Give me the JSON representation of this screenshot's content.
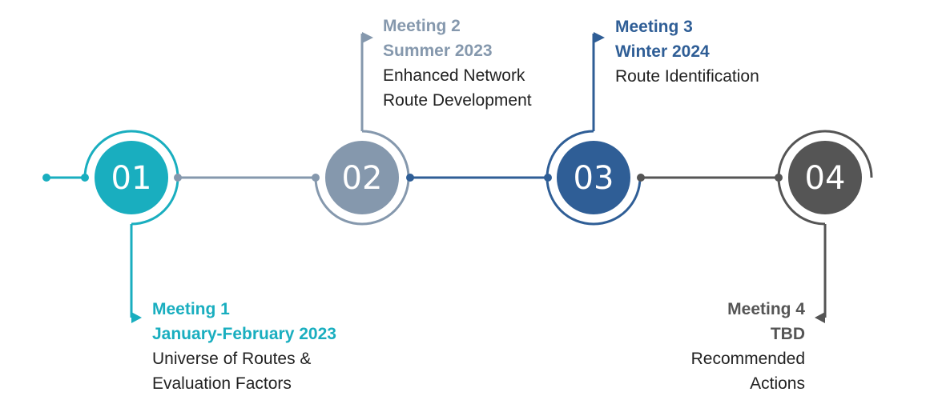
{
  "colors": {
    "step1": "#19aebf",
    "step2": "#8598ad",
    "step3": "#2f5e96",
    "step4": "#555555"
  },
  "steps": [
    {
      "number": "01",
      "title": "Meeting 1",
      "date": "January-February 2023",
      "description": [
        "Universe of Routes &",
        "Evaluation Factors"
      ]
    },
    {
      "number": "02",
      "title": "Meeting 2",
      "date": "Summer 2023",
      "description": [
        "Enhanced Network",
        "Route Development"
      ]
    },
    {
      "number": "03",
      "title": "Meeting 3",
      "date": "Winter 2024",
      "description": [
        "Route Identification"
      ]
    },
    {
      "number": "04",
      "title": "Meeting 4",
      "date": "TBD",
      "description": [
        "Recommended",
        "Actions"
      ]
    }
  ]
}
